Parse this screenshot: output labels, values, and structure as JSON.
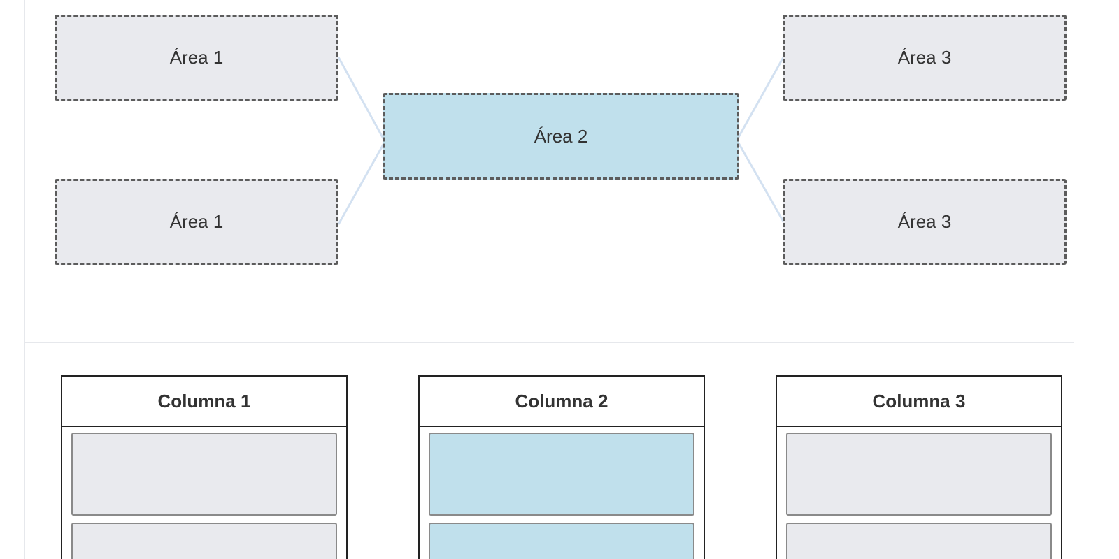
{
  "diagram": {
    "nodes": [
      {
        "id": "area-1-top",
        "label": "Área 1",
        "active": false
      },
      {
        "id": "area-1-bottom",
        "label": "Área 1",
        "active": false
      },
      {
        "id": "area-2",
        "label": "Área 2",
        "active": true
      },
      {
        "id": "area-3-top",
        "label": "Área 3",
        "active": false
      },
      {
        "id": "area-3-bottom",
        "label": "Área 3",
        "active": false
      }
    ]
  },
  "columns": [
    {
      "title": "Columna 1",
      "active": false
    },
    {
      "title": "Columna 2",
      "active": true
    },
    {
      "title": "Columna 3",
      "active": false
    }
  ],
  "colors": {
    "highlight": "#c0e0ec",
    "neutral_fill": "#e9eaee",
    "connector": "#d3e1f1",
    "dashed_border": "#5c5c5c"
  }
}
